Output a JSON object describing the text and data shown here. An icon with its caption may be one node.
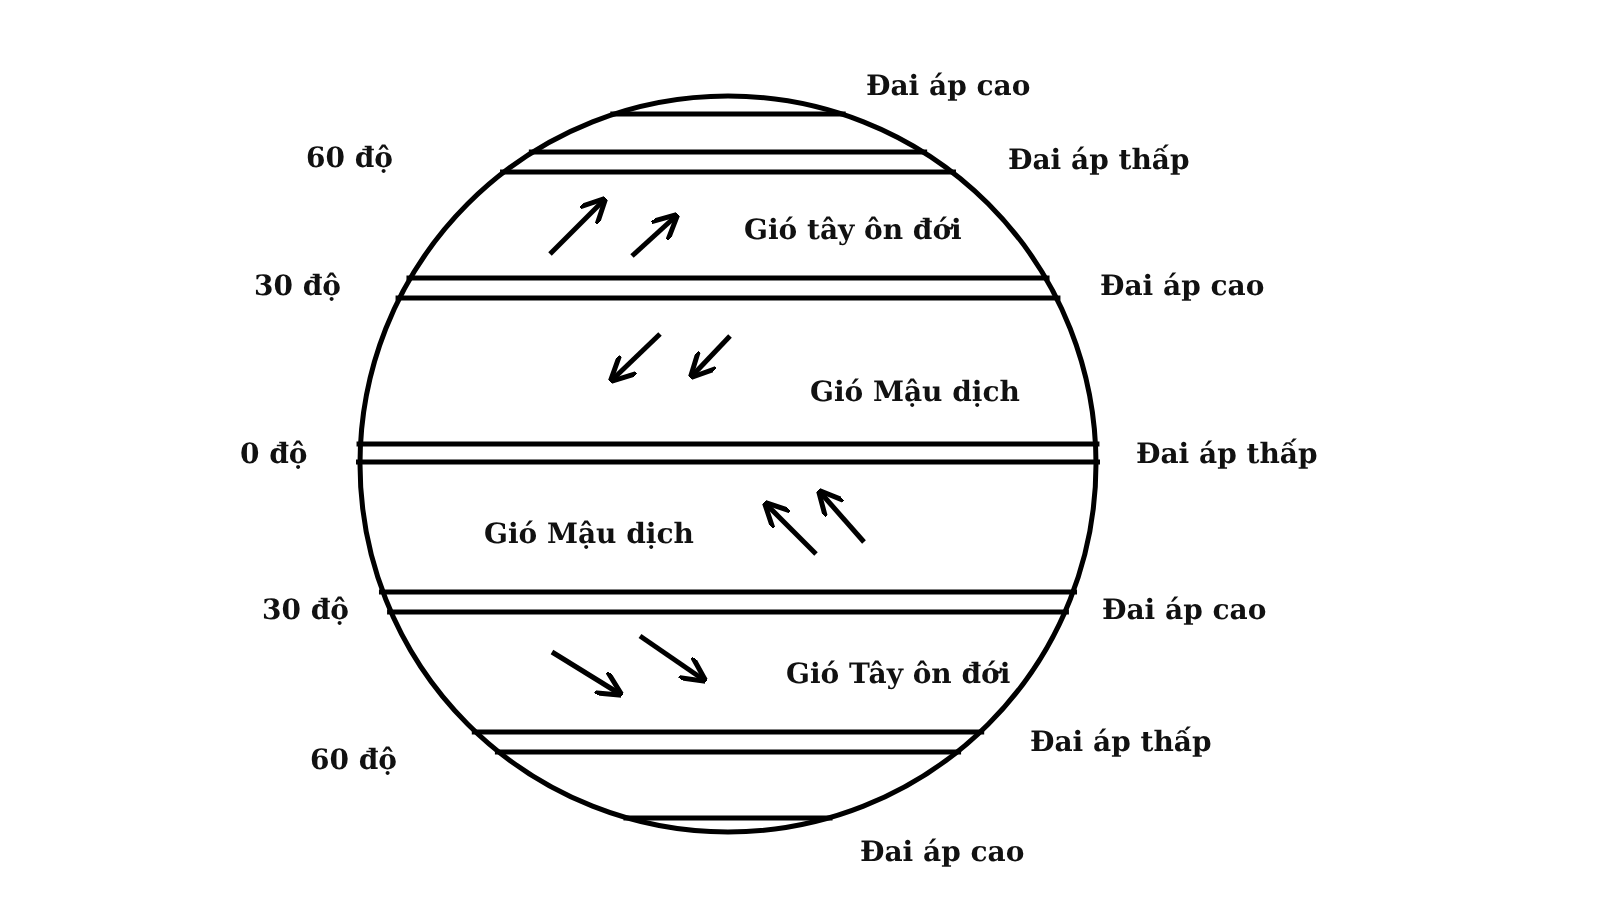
{
  "diagram": {
    "labels": [
      "Đai áp cao",
      "60 độ",
      "Đai áp thấp",
      "Gió tây ôn đới",
      "30 độ",
      "Đai áp cao",
      "Gió Mậu dịch",
      "0 độ",
      "Đai áp thấp",
      "Gió Mậu dịch",
      "30 độ",
      "Đai áp cao",
      "Gió Tây ôn đới",
      "60 độ",
      "Đai áp thấp",
      "Đai áp cao"
    ]
  }
}
